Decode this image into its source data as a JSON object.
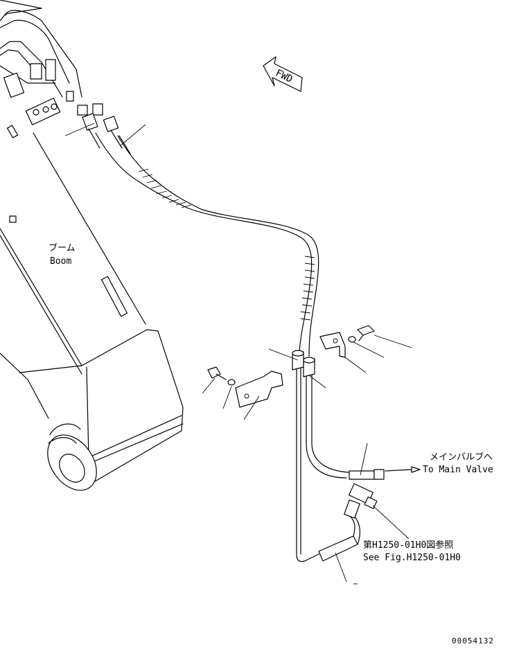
{
  "labels": {
    "boom_jp": "ブーム",
    "boom_en": "Boom",
    "fwd": "FWD",
    "main_valve_jp": "メインバルブへ",
    "main_valve_en": "To Main Valve",
    "ref_jp": "第H1250-01H0図参照",
    "ref_en": "See Fig.H1250-01H0",
    "drawing_no": "00054132"
  }
}
